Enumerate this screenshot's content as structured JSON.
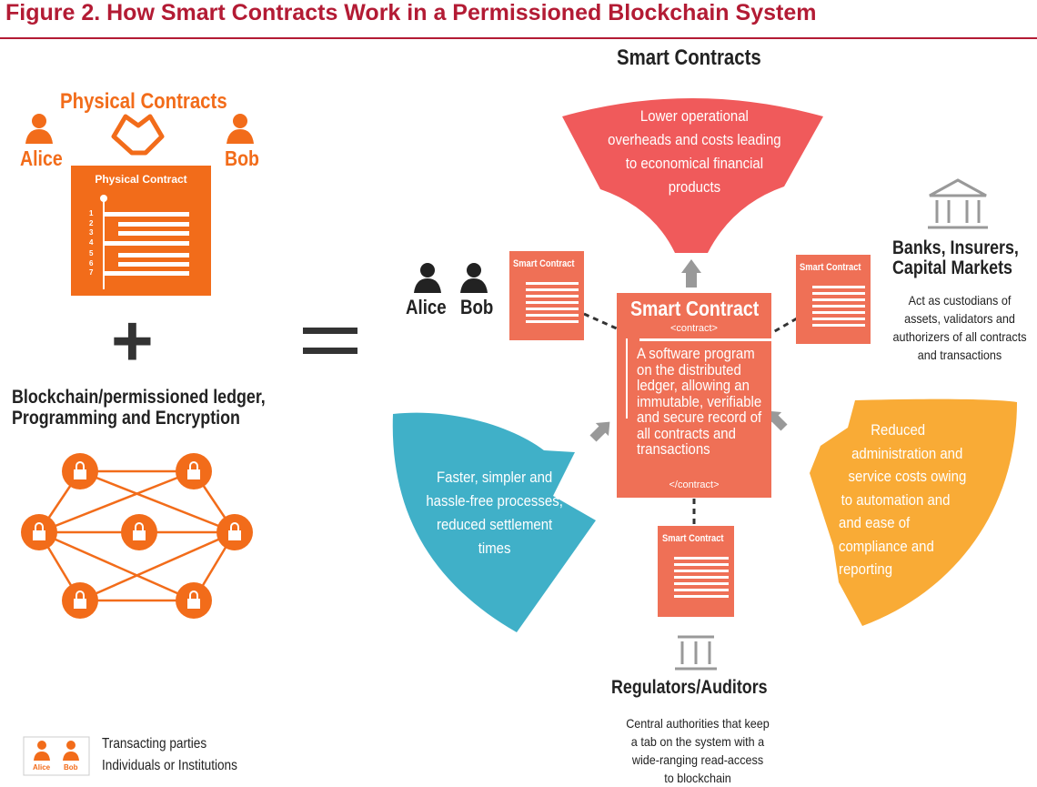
{
  "title": "Figure 2. How Smart Contracts Work in a Permissioned Blockchain System",
  "left": {
    "heading": "Physical Contracts",
    "alice": "Alice",
    "bob": "Bob",
    "card_title": "Physical Contract",
    "line_numbers": [
      "1",
      "2",
      "3",
      "4",
      "5",
      "6",
      "7"
    ],
    "plus": "+",
    "caption_line1": "Blockchain/permissioned ledger,",
    "caption_line2": "Programming and Encryption"
  },
  "equals": "=",
  "right": {
    "heading": "Smart Contracts",
    "top_petal": [
      "Lower operational",
      "overheads and costs leading",
      "to economical financial",
      "products"
    ],
    "left_petal": [
      "Faster, simpler and",
      "hassle-free processes,",
      "reduced settlement",
      "times"
    ],
    "right_petal": [
      "Reduced",
      "administration and",
      "service costs owing",
      "to automation and",
      "and ease of",
      "compliance and",
      "reporting"
    ],
    "alice": "Alice",
    "bob": "Bob",
    "small_card_title": "Smart Contract",
    "center": {
      "title": "Smart Contract",
      "open_tag": "<contract>",
      "body": "A software program on the distributed ledger, allowing an immutable, verifiable and secure record of all contracts and transactions",
      "close_tag": "</contract>"
    },
    "banks": {
      "title_line1": "Banks, Insurers,",
      "title_line2": "Capital Markets",
      "desc": [
        "Act as custodians of",
        "assets, validators and",
        "authorizers of all contracts",
        "and transactions"
      ]
    },
    "regulators": {
      "title": "Regulators/Auditors",
      "desc": [
        "Central authorities that keep",
        "a tab on the system with a",
        "wide-ranging read-access",
        "to blockchain"
      ]
    }
  },
  "legend": {
    "alice": "Alice",
    "bob": "Bob",
    "line1": "Transacting parties",
    "line2": "Individuals or Institutions"
  },
  "colors": {
    "orange": "#f26c1a",
    "coral": "#ef7056",
    "red": "#f05a5b",
    "blue": "#40b0c8",
    "yellow": "#f9ab36",
    "title": "#b31b34"
  }
}
